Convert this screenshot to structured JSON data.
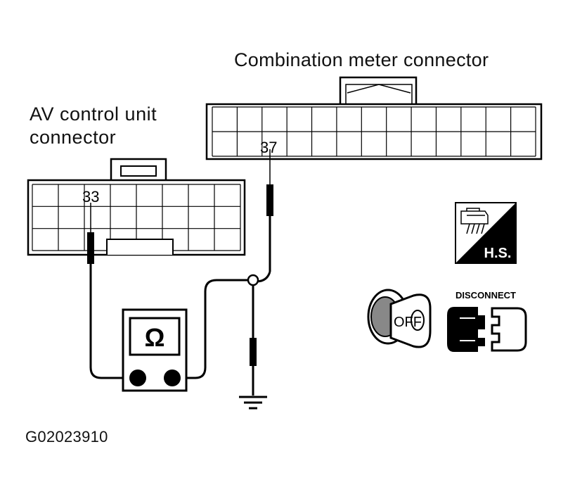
{
  "labels": {
    "combination_meter_connector": "Combination meter connector",
    "av_control_unit_line1": "AV control unit",
    "av_control_unit_line2": "connector",
    "figure_id": "G02023910"
  },
  "terminals": {
    "meter_pin": "37",
    "av_pin": "33"
  },
  "ohmmeter": {
    "symbol": "Ω"
  },
  "icons": {
    "hs_badge_text": "H.S.",
    "ignition_state": "OFF",
    "disconnect_label": "DISCONNECT"
  },
  "colors": {
    "line": "#000000",
    "background": "#ffffff"
  }
}
